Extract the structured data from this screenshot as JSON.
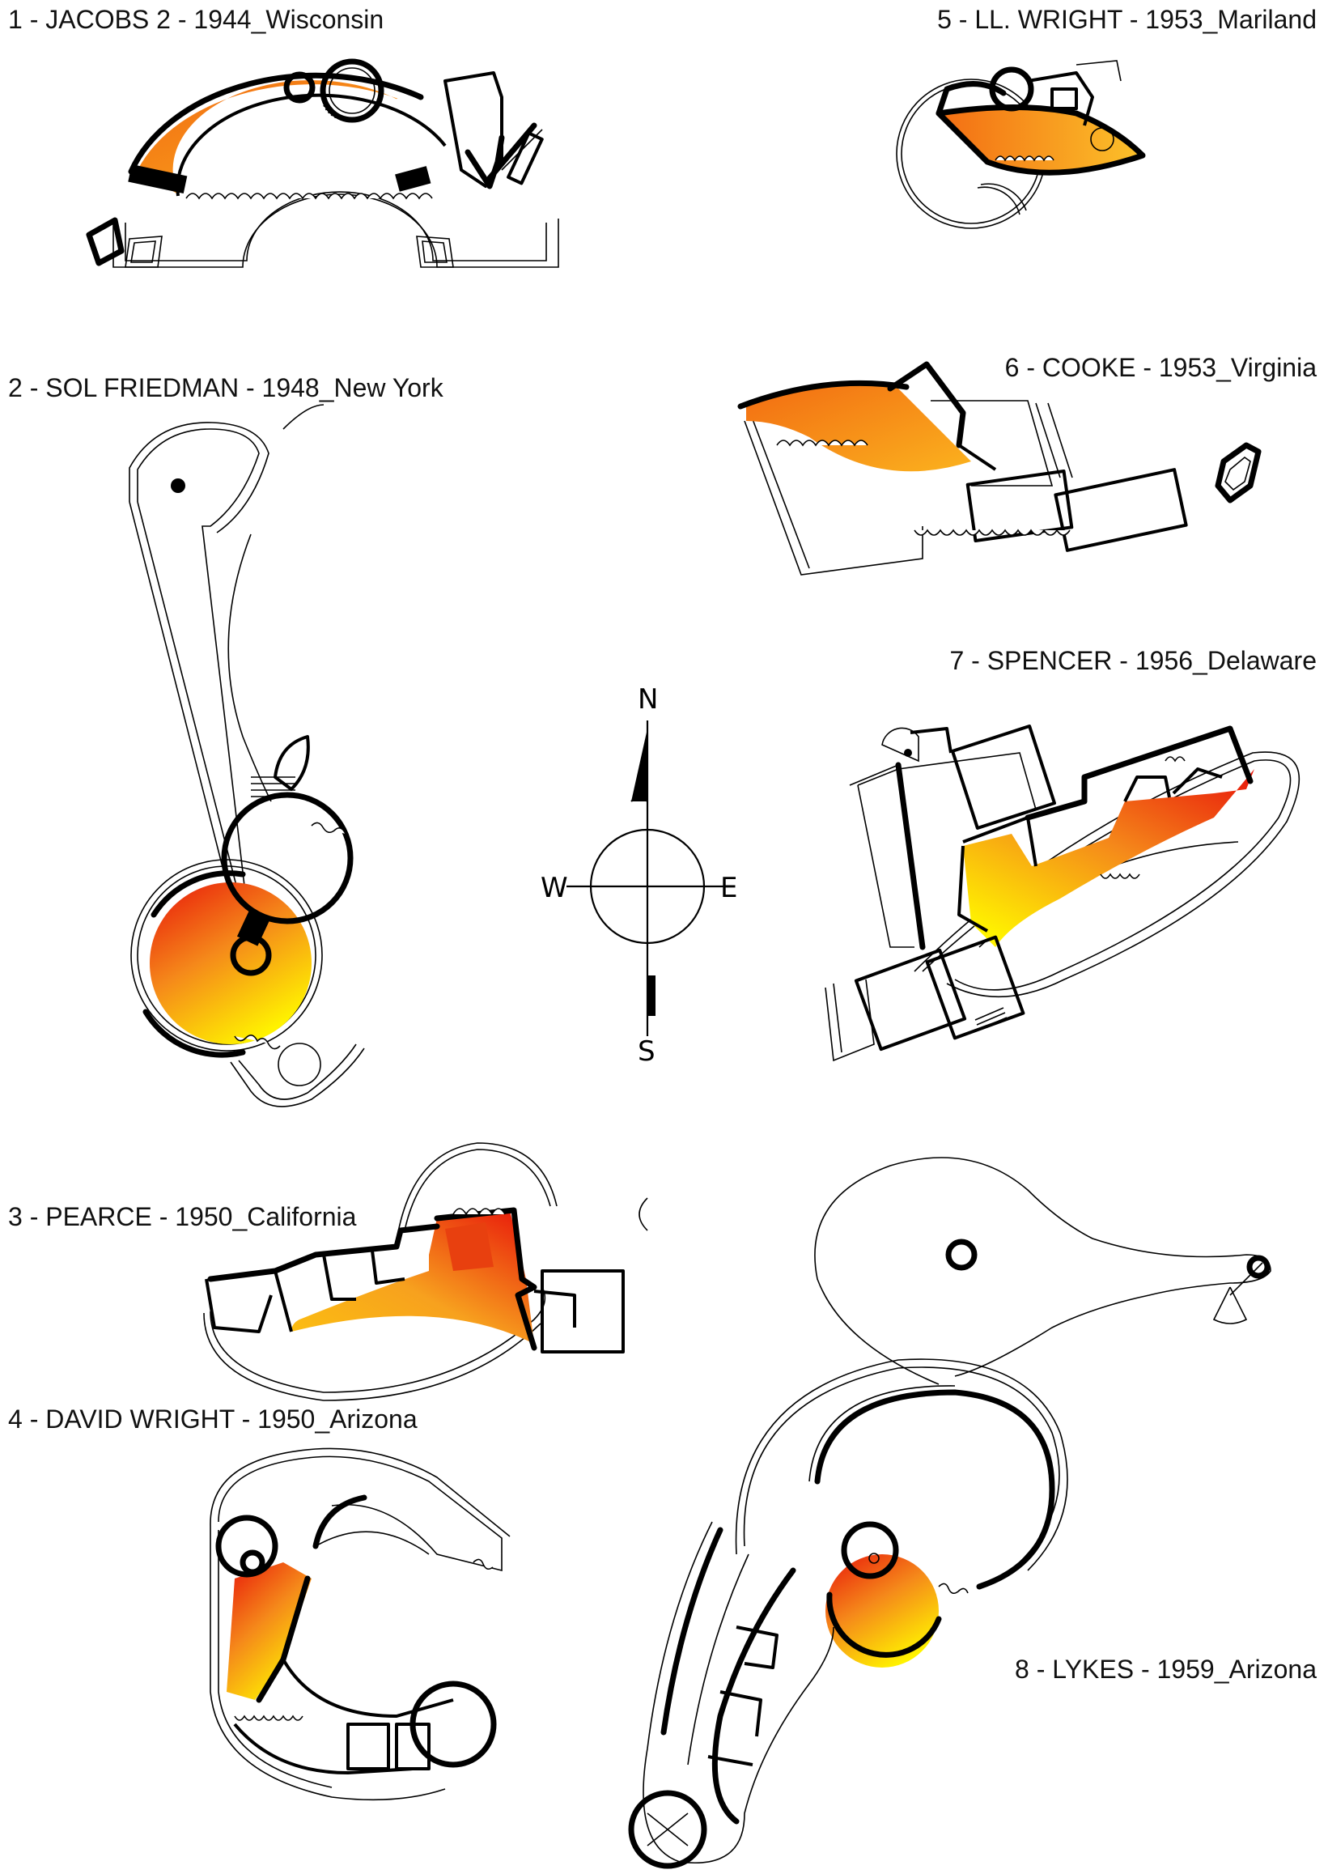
{
  "labels": {
    "p1": "1 - JACOBS 2 - 1944_Wisconsin",
    "p2": "2 - SOL FRIEDMAN - 1948_New York",
    "p3": "3 - PEARCE - 1950_California",
    "p4": "4 - DAVID WRIGHT - 1950_Arizona",
    "p5": "5 - LL. WRIGHT - 1953_Mariland",
    "p6": "6 - COOKE - 1953_Virginia",
    "p7": "7 - SPENCER - 1956_Delaware",
    "p8": "8 - LYKES - 1959_Arizona"
  },
  "compass": {
    "north": "N",
    "south": "S",
    "east": "E",
    "west": "W"
  },
  "colors": {
    "gradient_hot": "#e8140a",
    "gradient_mid": "#f5891a",
    "gradient_cool": "#fff200",
    "ink": "#000000"
  }
}
